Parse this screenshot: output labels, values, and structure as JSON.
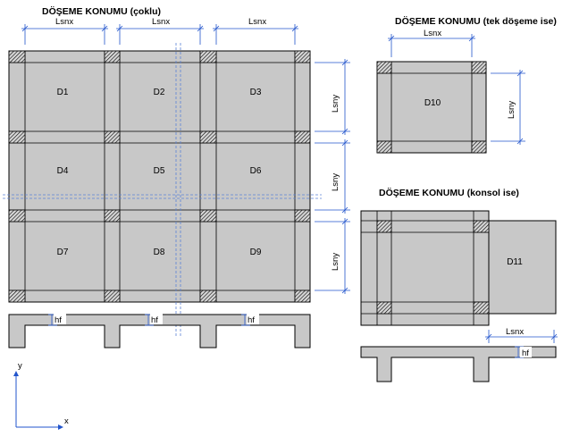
{
  "titles": {
    "multi": "DÖŞEME KONUMU (çoklu)",
    "single": "DÖŞEME KONUMU (tek döşeme ise)",
    "cantilever": "DÖŞEME KONUMU (konsol ise)"
  },
  "slabs": [
    "D1",
    "D2",
    "D3",
    "D4",
    "D5",
    "D6",
    "D7",
    "D8",
    "D9"
  ],
  "single_slab": "D10",
  "cantilever_slab": "D11",
  "dimensions": {
    "lsnx": "Lsnx",
    "lsny": "Lsny",
    "hf": "hf"
  },
  "axes": {
    "x": "x",
    "y": "y"
  },
  "colors": {
    "slab_fill": "#c8c8c8",
    "line": "#000000",
    "dimension_line": "#3a6fcf",
    "guide_line": "#3a6fcf"
  }
}
